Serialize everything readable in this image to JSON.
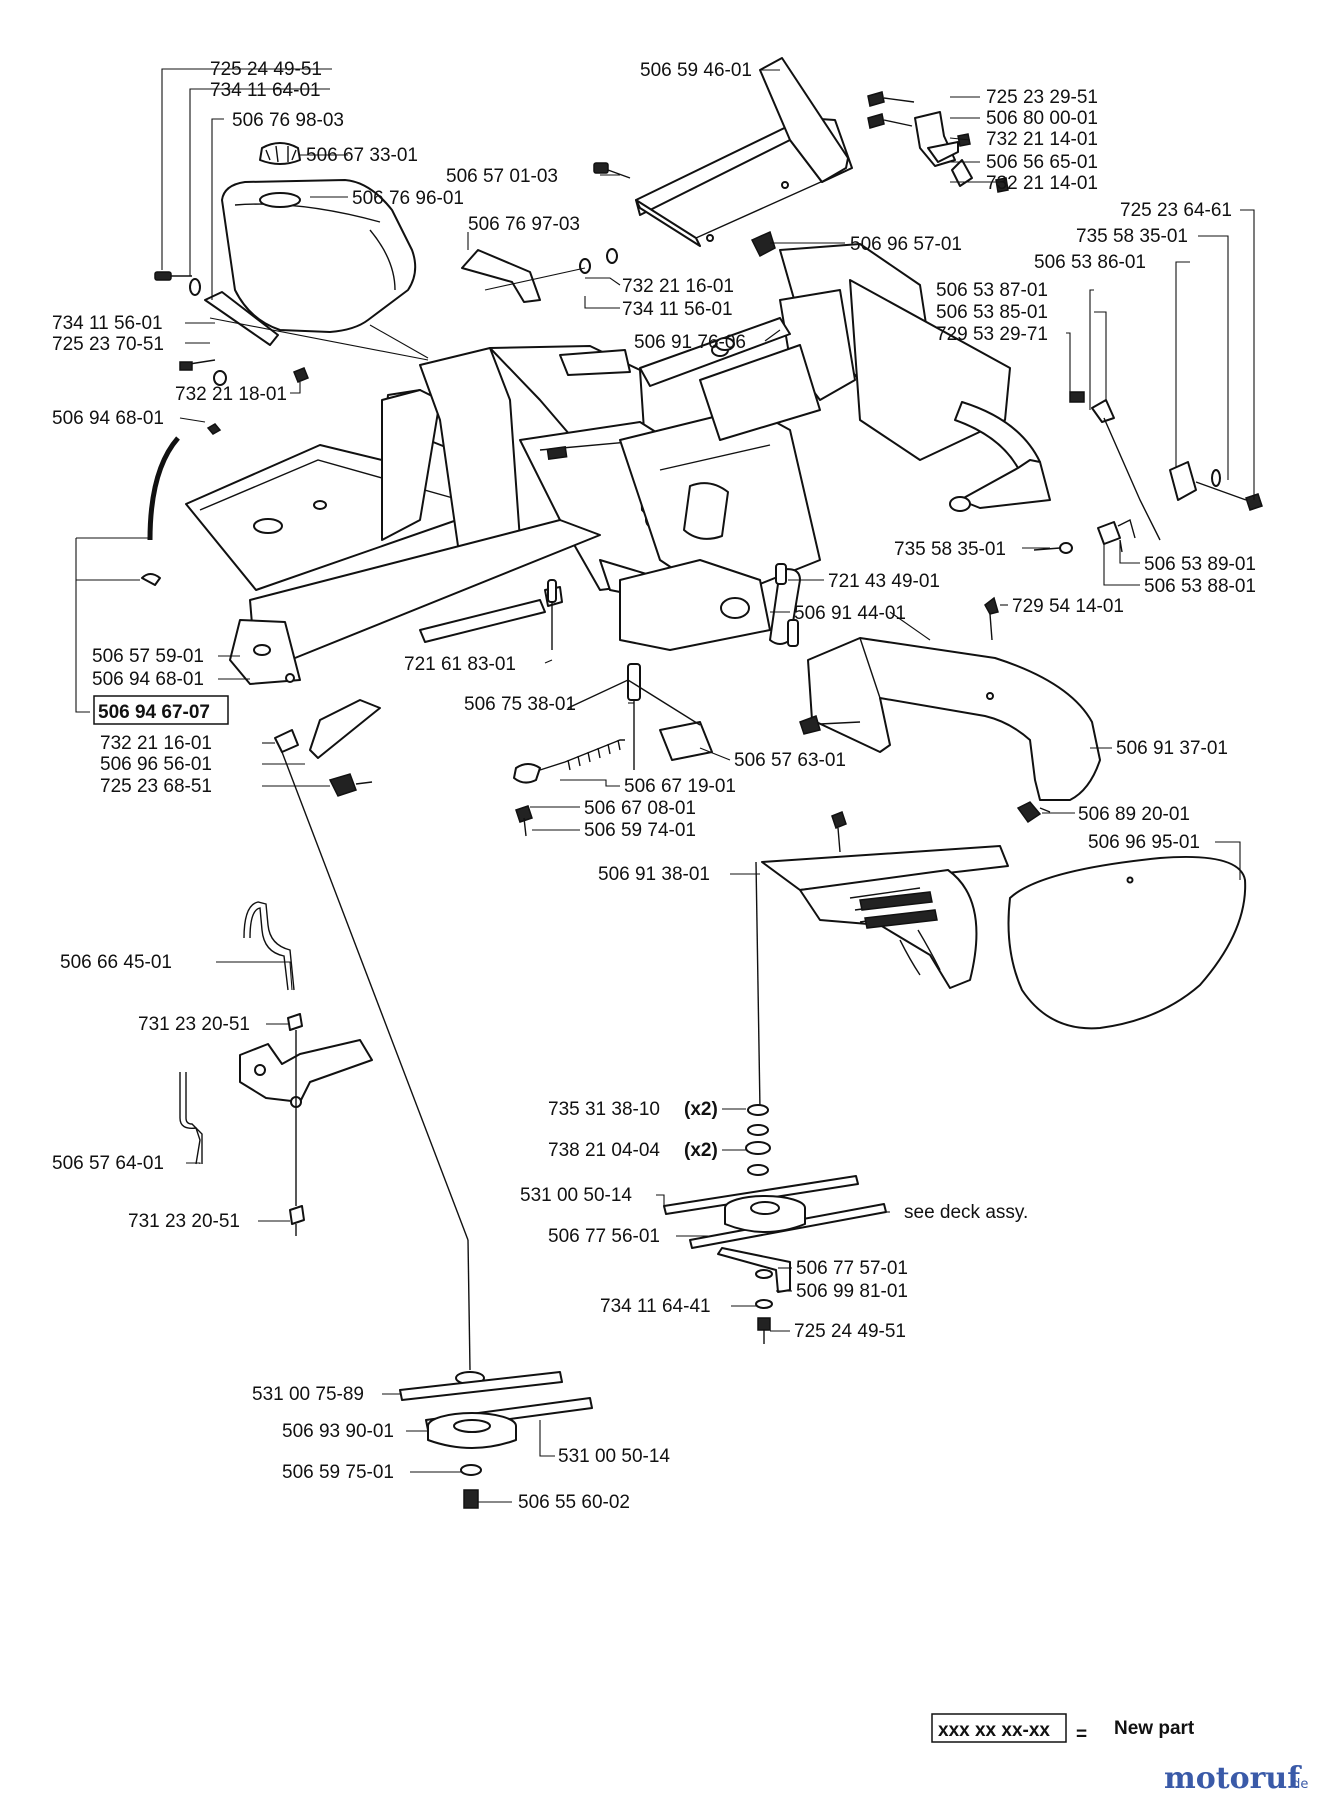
{
  "labels": {
    "l_725_24_49_51_top": "725 24 49-51",
    "l_734_11_64_01": "734 11 64-01",
    "l_506_76_98_03": "506 76 98-03",
    "l_506_67_33_01": "506 67 33-01",
    "l_506_76_96_01": "506 76 96-01",
    "l_506_76_97_03": "506 76 97-03",
    "l_732_21_16_01_a": "732 21 16-01",
    "l_734_11_56_01_a": "734 11 56-01",
    "l_734_11_56_01_b": "734 11 56-01",
    "l_725_23_70_51": "725 23 70-51",
    "l_732_21_18_01": "732 21 18-01",
    "l_506_94_68_01_a": "506 94 68-01",
    "l_506_59_46_01": "506 59 46-01",
    "l_506_57_01_03": "506 57 01-03",
    "l_506_96_57_01": "506 96 57-01",
    "l_506_91_76_06": "506 91 76-06",
    "l_725_23_29_51": "725 23 29-51",
    "l_506_80_00_01": "506 80 00-01",
    "l_732_21_14_01_a": "732 21 14-01",
    "l_506_56_65_01": "506 56 65-01",
    "l_732_21_14_01_b": "732 21 14-01",
    "l_725_23_64_61": "725 23 64-61",
    "l_735_58_35_01_a": "735 58 35-01",
    "l_506_53_86_01": "506 53 86-01",
    "l_506_53_87_01": "506 53 87-01",
    "l_506_53_85_01": "506 53 85-01",
    "l_729_53_29_71": "729 53 29-71",
    "l_735_58_35_01_b": "735 58 35-01",
    "l_506_53_89_01": "506 53 89-01",
    "l_506_53_88_01": "506 53 88-01",
    "l_721_43_49_01": "721 43 49-01",
    "l_729_54_14_01": "729 54 14-01",
    "l_506_91_44_01": "506 91 44-01",
    "l_506_57_59_01": "506 57 59-01",
    "l_506_94_68_01_b": "506 94 68-01",
    "l_506_94_67_07": "506 94 67-07",
    "l_721_61_83_01": "721 61 83-01",
    "l_506_75_38_01": "506 75 38-01",
    "l_732_21_16_01_b": "732 21 16-01",
    "l_506_96_56_01": "506 96 56-01",
    "l_725_23_68_51": "725 23 68-51",
    "l_506_57_63_01": "506 57 63-01",
    "l_506_91_37_01": "506 91 37-01",
    "l_506_67_19_01": "506 67 19-01",
    "l_506_67_08_01": "506 67 08-01",
    "l_506_59_74_01": "506 59 74-01",
    "l_506_89_20_01": "506 89 20-01",
    "l_506_96_95_01": "506 96 95-01",
    "l_506_91_38_01": "506 91 38-01",
    "l_506_66_45_01": "506 66 45-01",
    "l_731_23_20_51_a": "731 23 20-51",
    "l_506_57_64_01": "506 57 64-01",
    "l_731_23_20_51_b": "731 23 20-51",
    "l_735_31_38_10": "735 31 38-10",
    "l_738_21_04_04": "738 21 04-04",
    "x2_a": "(x2)",
    "x2_b": "(x2)",
    "l_531_00_50_14_a": "531 00 50-14",
    "l_see_deck": "see deck assy.",
    "l_506_77_56_01": "506 77 56-01",
    "l_506_77_57_01": "506 77 57-01",
    "l_506_99_81_01": "506 99 81-01",
    "l_734_11_64_41": "734 11 64-41",
    "l_725_24_49_51_b": "725 24 49-51",
    "l_531_00_75_89": "531 00 75-89",
    "l_506_93_90_01": "506 93 90-01",
    "l_531_00_50_14_b": "531 00 50-14",
    "l_506_59_75_01": "506 59 75-01",
    "l_506_55_60_02": "506 55 60-02"
  },
  "legend": {
    "code": "xxx xx xx-xx",
    "equals": "=",
    "text": "New part"
  },
  "watermark": {
    "brand": "motoruf",
    "suffix": ".de"
  }
}
